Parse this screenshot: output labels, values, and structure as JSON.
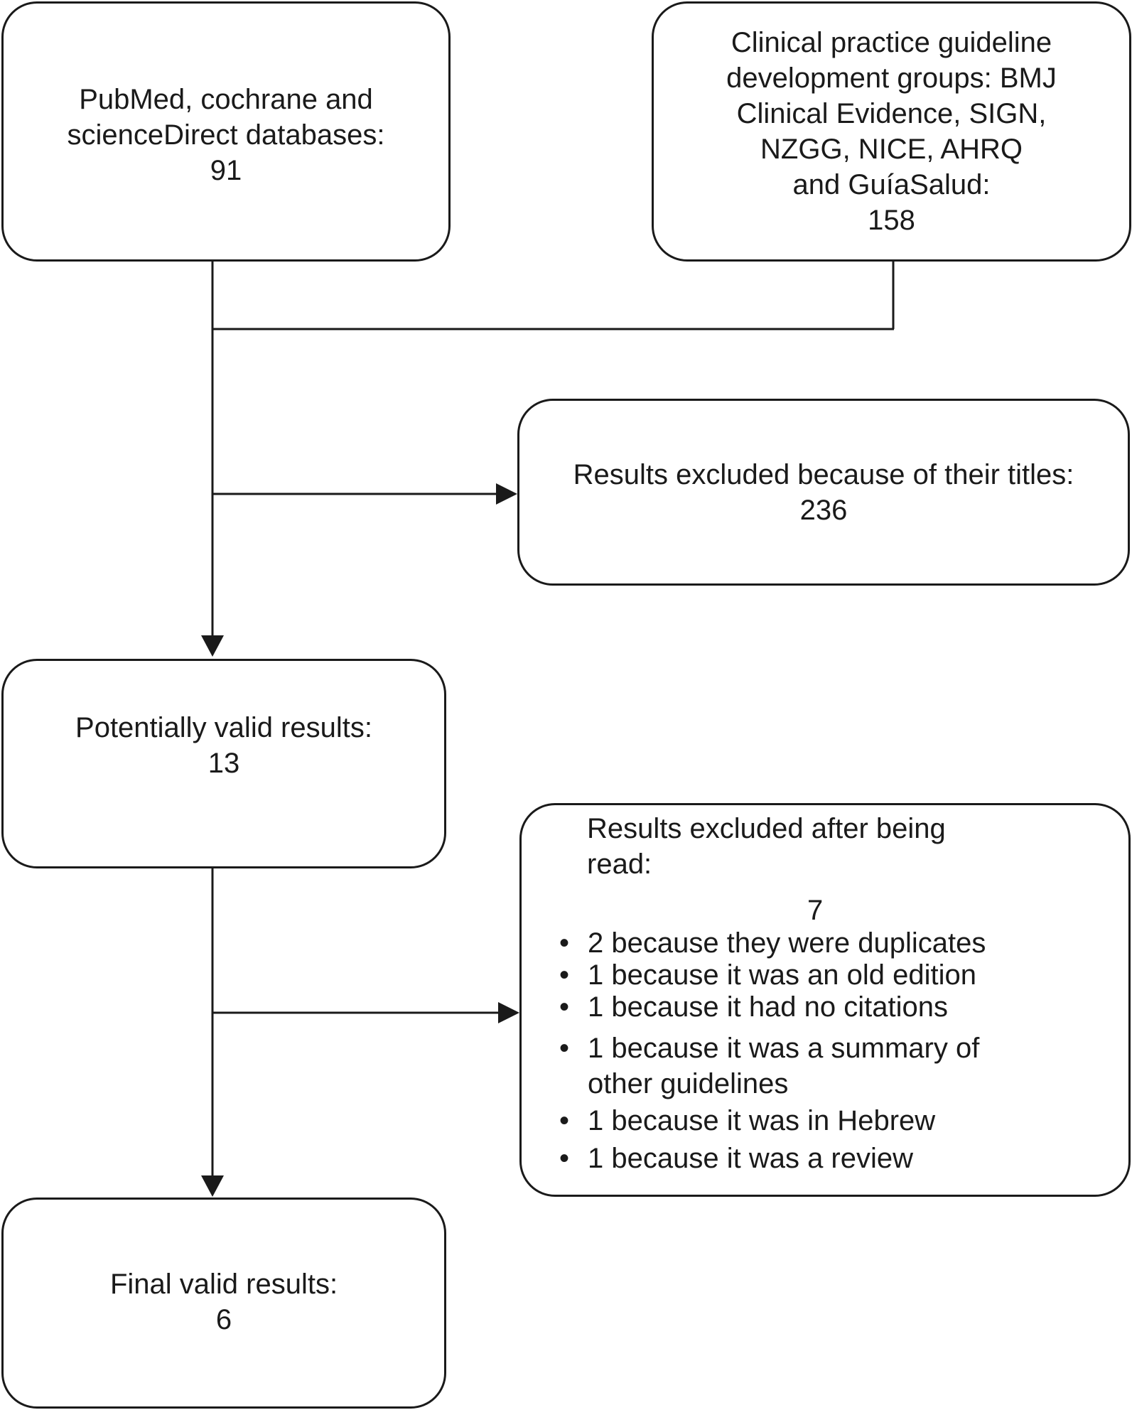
{
  "boxes": {
    "databases": {
      "line1": "PubMed, cochrane and",
      "line2": "scienceDirect databases:",
      "count": "91"
    },
    "guidelines": {
      "line1": "Clinical practice guideline",
      "line2": "development groups: BMJ",
      "line3": "Clinical Evidence, SIGN,",
      "line4": "NZGG, NICE, AHRQ",
      "line5": "and GuíaSalud:",
      "count": "158"
    },
    "excluded_titles": {
      "label": "Results excluded because of their titles:",
      "count": "236"
    },
    "potentially_valid": {
      "label": "Potentially valid results:",
      "count": "13"
    },
    "excluded_read": {
      "line1": "Results excluded after being",
      "line2": "read:",
      "count": "7",
      "bullet_symbol": "•",
      "reasons": [
        {
          "text": "2 because they were duplicates"
        },
        {
          "text": "1 because it was an old edition"
        },
        {
          "text": "1 because it had no citations"
        },
        {
          "text": "1 because it was a summary of",
          "text2": "other guidelines"
        },
        {
          "text": "1 because it was in Hebrew"
        },
        {
          "text": "1 because it was a review"
        }
      ]
    },
    "final_valid": {
      "label": "Final valid results:",
      "count": "6"
    }
  },
  "colors": {
    "stroke": "#1a1a1a",
    "background": "#ffffff"
  }
}
